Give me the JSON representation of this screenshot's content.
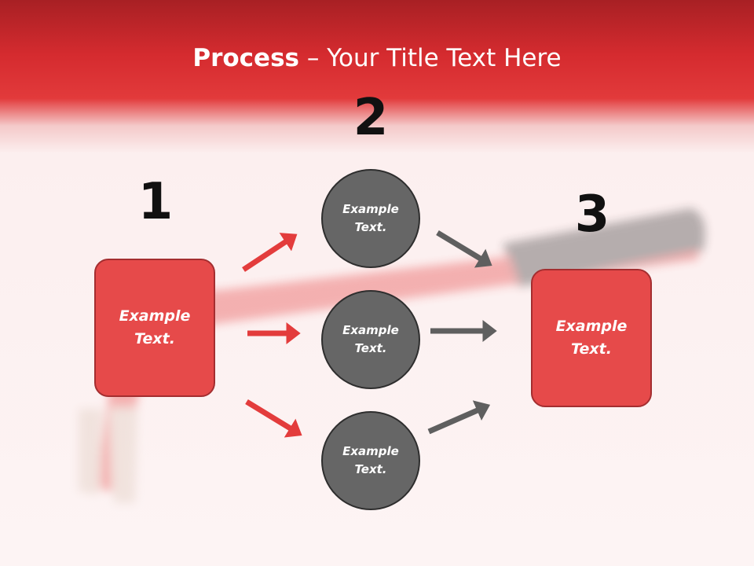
{
  "title": {
    "bold": "Process",
    "rest": " – Your Title Text Here"
  },
  "steps": [
    {
      "number": "1"
    },
    {
      "number": "2"
    },
    {
      "number": "3"
    }
  ],
  "boxes": {
    "left": "Example Text.",
    "right": "Example Text."
  },
  "circles": [
    "Example Text.",
    "Example Text.",
    "Example Text."
  ],
  "colors": {
    "red_box": "#e64a4a",
    "gray_circle": "#666666",
    "red_arrow": "#e33c3c",
    "gray_arrow": "#5f5f5f"
  }
}
